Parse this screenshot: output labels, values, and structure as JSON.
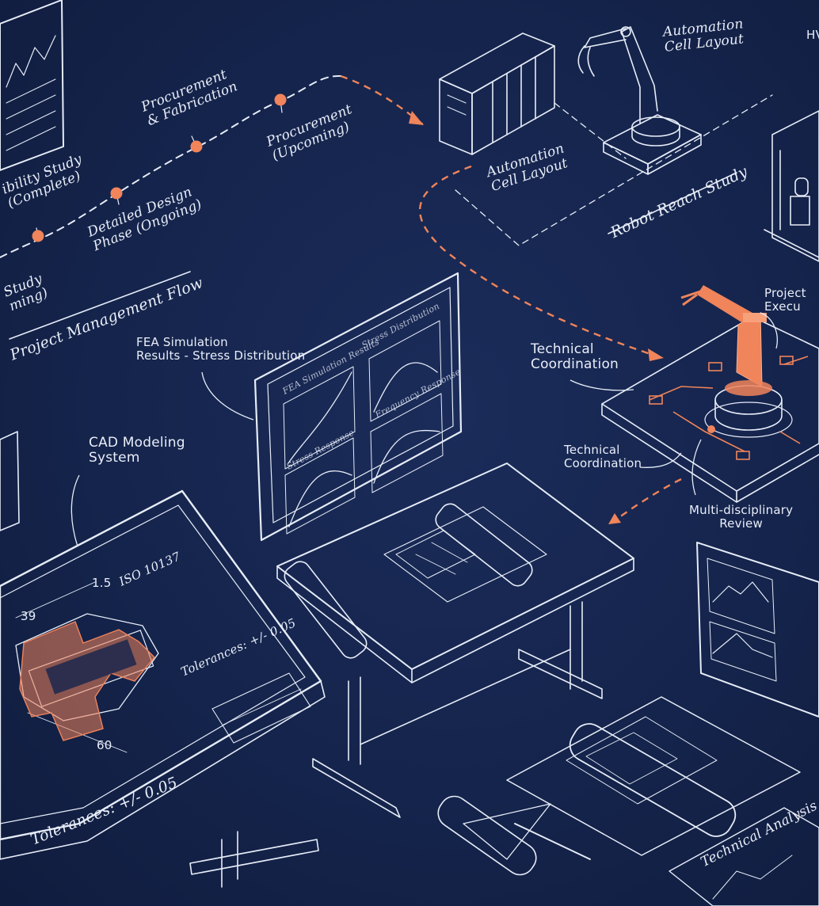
{
  "labels": {
    "project_management_flow": "Project Management Flow",
    "feasibility_study_complete": "ibility Study\n(Complete)",
    "study_upcoming": "Study\nming)",
    "detailed_design": "Detailed Design\nPhase (Ongoing)",
    "procurement_fabrication": "Procurement\n& Fabrication",
    "procurement_upcoming": "Procurement\n(Upcoming)",
    "automation_cell_layout_top": "Automation\nCell Layout",
    "automation_cell_layout_mid": "Automation\nCell Layout",
    "hv_cutoff": "HV",
    "robot_reach_study": "Robot Reach Study",
    "project_execution": "Project\nExecu",
    "technical_coordination_1": "Technical\nCoordination",
    "technical_coordination_2": "Technical\nCoordination",
    "multidisciplinary_review": "Multi-disciplinary\nReview",
    "fea_simulation": "FEA Simulation\nResults - Stress Distribution",
    "cad_modeling_system": "CAD Modeling\nSystem",
    "iso_callout": "ISO 10137",
    "tolerance_small": "Tolerances: +/- 0.05",
    "tolerance_large": "Tolerances: +/- 0.05",
    "technical_analysis": "Technical Analysis",
    "monitor_fea_title": "FEA Simulation Results",
    "monitor_stress": "Stress Distribution",
    "monitor_frequency": "Frequency Response",
    "monitor_stress_response": "Stress Response",
    "dim_39": "39",
    "dim_15": "1.5",
    "dim_60": "60"
  },
  "colors": {
    "background": "#15244c",
    "line": "#e6ecf7",
    "accent": "#f0845a"
  }
}
